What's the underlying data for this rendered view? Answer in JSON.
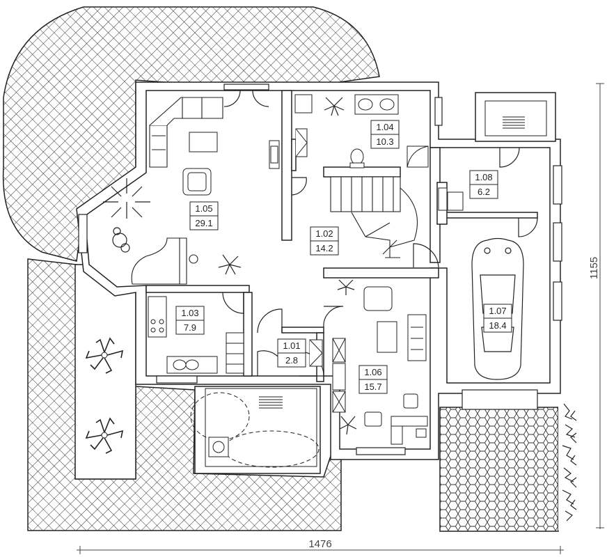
{
  "rooms": [
    {
      "id": "1.01",
      "area": "2.8"
    },
    {
      "id": "1.02",
      "area": "14.2"
    },
    {
      "id": "1.03",
      "area": "7.9"
    },
    {
      "id": "1.04",
      "area": "10.3"
    },
    {
      "id": "1.05",
      "area": "29.1"
    },
    {
      "id": "1.06",
      "area": "15.7"
    },
    {
      "id": "1.07",
      "area": "18.4"
    },
    {
      "id": "1.08",
      "area": "6.2"
    }
  ],
  "dimensions": {
    "width": "1476",
    "depth": "1155"
  },
  "colors": {
    "wall_outline": "#222222",
    "wall_fill": "#ffffff",
    "hatch": "#333333",
    "background": "#ffffff"
  }
}
